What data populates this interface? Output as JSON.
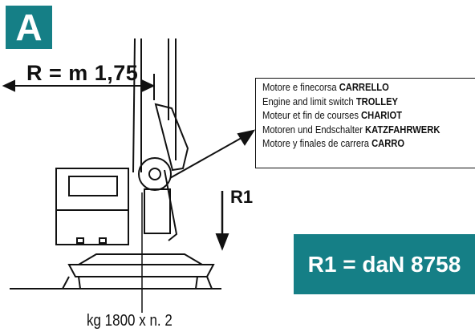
{
  "badge": {
    "letter": "A"
  },
  "radius_label": "R = m 1,75",
  "callout": {
    "rows": [
      {
        "text": "Motore e finecorsa ",
        "name": "CARRELLO"
      },
      {
        "text": "Engine and limit switch ",
        "name": "TROLLEY"
      },
      {
        "text": "Moteur et fin de courses ",
        "name": "CHARIOT"
      },
      {
        "text": "Motoren und Endschalter ",
        "name": "KATZFAHRWERK"
      },
      {
        "text": "Motore y finales de carrera ",
        "name": "CARRO"
      }
    ]
  },
  "reaction_label": "R1",
  "result": "R1 = daN 8758",
  "weight": "kg 1800 x n. 2",
  "colors": {
    "accent": "#157f86",
    "line": "#111111",
    "background": "#ffffff"
  }
}
